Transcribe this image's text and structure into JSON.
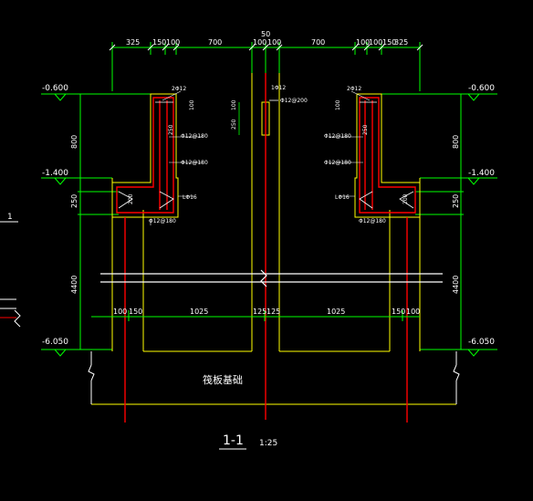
{
  "colors": {
    "background": "#000000",
    "dim_line": "#00ff00",
    "concrete": "#ffff00",
    "rebar": "#ff0000",
    "text": "#ffffff",
    "slab": "#ffffff"
  },
  "top_dims": {
    "center": "50",
    "left": [
      "325",
      "150",
      "100",
      "700",
      "100",
      "100"
    ],
    "right": [
      "700",
      "100",
      "100",
      "150",
      "325"
    ]
  },
  "bottom_dims": {
    "left": [
      "100",
      "150",
      "1025",
      "125"
    ],
    "right": [
      "125",
      "1025",
      "150",
      "100"
    ]
  },
  "elevations": {
    "e1": "-0.600",
    "e2": "-1.400",
    "e3": "-6.050",
    "e1_right": "-0.600",
    "e2_right": "-1.400",
    "e3_right": "-6.050"
  },
  "side_dims": [
    "800",
    "250",
    "4400"
  ],
  "detail_dims": {
    "d100": "100",
    "d250": "250",
    "d200": "200",
    "d100c": "100",
    "d250c": "250"
  },
  "rebar_notes": {
    "top_bar": "2Φ12",
    "stirrup_a": "Φ12@180",
    "stirrup_b": "Φ12@180",
    "bent": "LΦ16",
    "bottom": "Φ12@180",
    "center_top": "1Φ12",
    "center_side": "Φ12@200"
  },
  "labels": {
    "foundation": "筏板基础",
    "section": "1-1",
    "scale": "1:25",
    "left_fragment": "1"
  }
}
